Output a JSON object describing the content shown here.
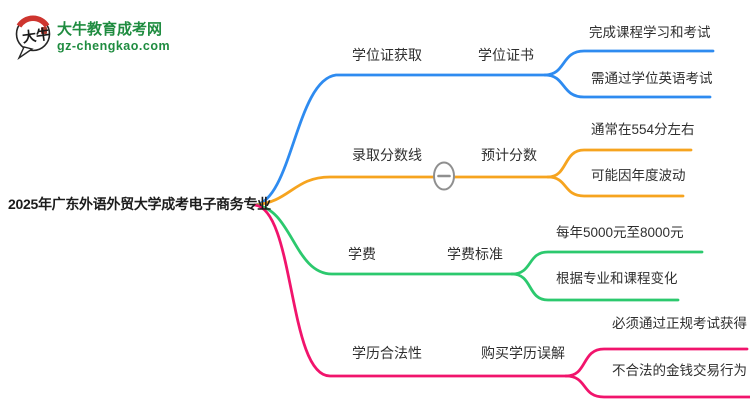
{
  "logo": {
    "icon": "daniu-speech-bubble-logo",
    "icon_text": "大牛",
    "title": "大牛教育成考网",
    "url": "gz-chengkao.com",
    "brand_green": "#1f8c40",
    "accent_red": "#ce352f"
  },
  "root": {
    "label": "2025年广东外语外贸大学成考电子商务专业"
  },
  "icons": {
    "branch_collapse": "minus-circle"
  },
  "branches": [
    {
      "label": "学位证获取",
      "sub_label": "学位证书",
      "color": "#2e8bf0",
      "leaves": [
        {
          "label": "完成课程学习和考试"
        },
        {
          "label": "需通过学位英语考试"
        }
      ]
    },
    {
      "label": "录取分数线",
      "sub_label": "预计分数",
      "color": "#f6a41f",
      "collapse_icon": "minus-circle",
      "leaves": [
        {
          "label": "通常在554分左右"
        },
        {
          "label": "可能因年度波动"
        }
      ]
    },
    {
      "label": "学费",
      "sub_label": "学费标准",
      "color": "#2cc96e",
      "leaves": [
        {
          "label": "每年5000元至8000元"
        },
        {
          "label": "根据专业和课程变化"
        }
      ]
    },
    {
      "label": "学历合法性",
      "sub_label": "购买学历误解",
      "color": "#f1146c",
      "leaves": [
        {
          "label": "必须通过正规考试获得"
        },
        {
          "label": "不合法的金钱交易行为"
        }
      ]
    }
  ]
}
